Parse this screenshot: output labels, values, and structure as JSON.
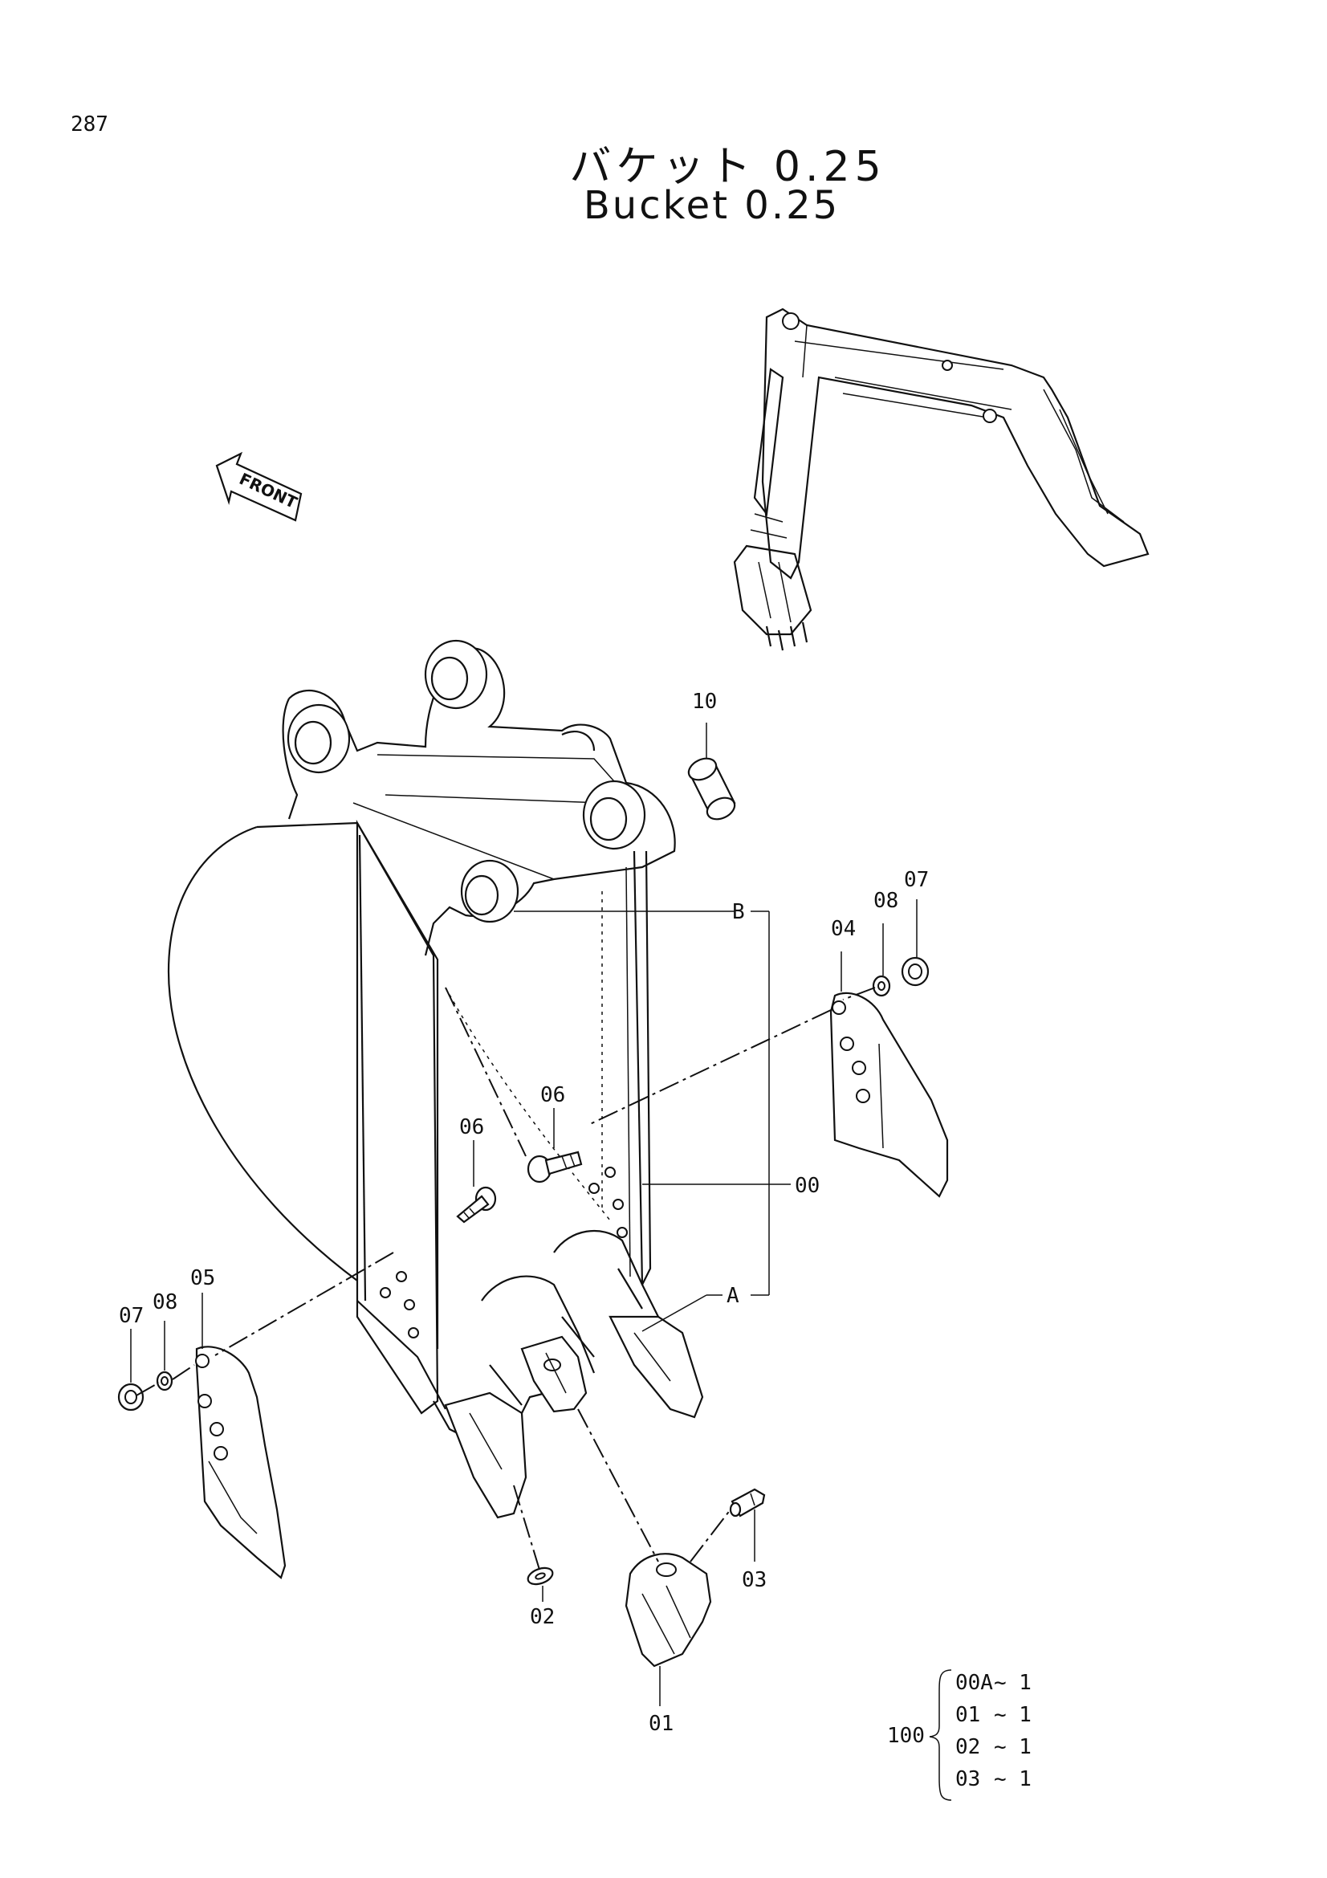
{
  "page_number": "287",
  "title_jp": "バケット 0.25",
  "title_en": "Bucket 0.25",
  "front_label": "FRONT",
  "callouts": {
    "p10": "10",
    "p08_right": "08",
    "p07_right": "07",
    "p04": "04",
    "b_ref": "B",
    "p06_upper": "06",
    "p06_lower": "06",
    "p00": "00",
    "a_ref": "A",
    "p07_left": "07",
    "p08_left": "08",
    "p05": "05",
    "p02": "02",
    "p03": "03",
    "p01": "01"
  },
  "set_legend": {
    "set_number": "100",
    "items": [
      {
        "part": "00A",
        "qty": "~ 1"
      },
      {
        "part": "01",
        "qty": "~ 1"
      },
      {
        "part": "02",
        "qty": "~ 1"
      },
      {
        "part": "03",
        "qty": "~ 1"
      }
    ]
  }
}
